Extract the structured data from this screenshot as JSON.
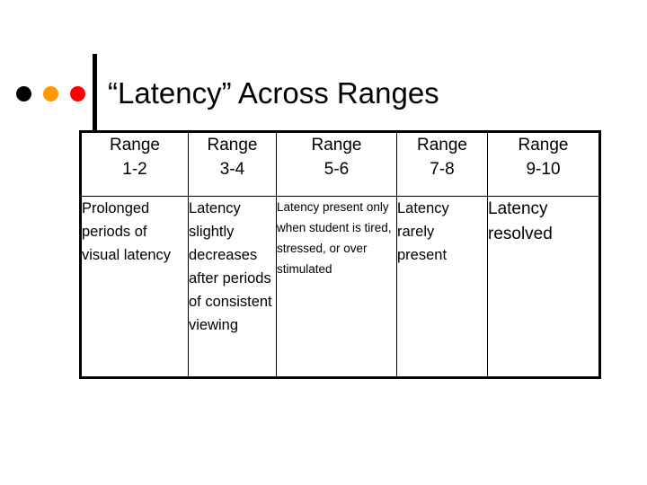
{
  "slide": {
    "title": "“Latency” Across Ranges",
    "decor": {
      "dots": [
        {
          "name": "bullet-dot-black",
          "color": "#000000"
        },
        {
          "name": "bullet-dot-orange",
          "color": "#FF9900"
        },
        {
          "name": "bullet-dot-red",
          "color": "#FF0000"
        }
      ],
      "rule_color": "#000000"
    }
  },
  "table": {
    "headers": [
      {
        "line1": "Range",
        "line2": "1-2"
      },
      {
        "line1": "Range",
        "line2": "3-4"
      },
      {
        "line1": "Range",
        "line2": "5-6"
      },
      {
        "line1": "Range",
        "line2": "7-8"
      },
      {
        "line1": "Range",
        "line2": "9-10"
      }
    ],
    "rows": [
      [
        "Prolonged periods of visual latency",
        "Latency slightly decreases after periods of consistent viewing",
        "Latency present only when student is tired, stressed, or over stimulated",
        "Latency rarely present",
        "Latency resolved"
      ]
    ],
    "border_color": "#000000"
  }
}
